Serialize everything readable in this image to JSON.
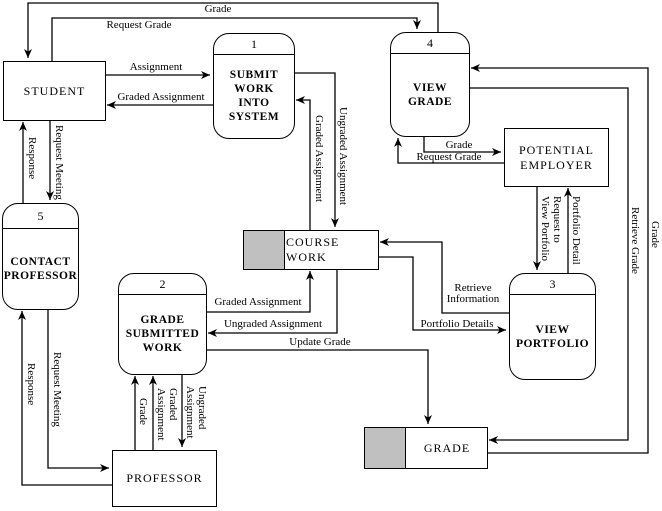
{
  "diagram": {
    "entities": {
      "student": {
        "label": "STUDENT"
      },
      "professor": {
        "label": "PROFESSOR"
      },
      "potential_employer": {
        "label": "POTENTIAL\nEMPLOYER"
      }
    },
    "processes": {
      "submit_work": {
        "number": "1",
        "label": "SUBMIT\nWORK\nINTO\nSYSTEM"
      },
      "grade_submitted": {
        "number": "2",
        "label": "GRADE\nSUBMITTED\nWORK"
      },
      "view_portfolio": {
        "number": "3",
        "label": "VIEW\nPORTFOLIO"
      },
      "view_grade": {
        "number": "4",
        "label": "VIEW\nGRADE"
      },
      "contact_professor": {
        "number": "5",
        "label": "CONTACT\nPROFESSOR"
      }
    },
    "stores": {
      "course_work": {
        "label": "COURSE WORK"
      },
      "grade": {
        "label": "GRADE"
      }
    },
    "flows": {
      "grade": "Grade",
      "request_grade": "Request Grade",
      "assignment": "Assignment",
      "graded_assignment": "Graded Assignment",
      "ungraded_assignment": "Ungraded Assignment",
      "graded_assignment_wrapped": "Graded\nAssignment",
      "ungraded_assignment_wrapped": "Ungraded\nAssignment",
      "response": "Response",
      "request_meeting": "Request Meeting",
      "request_to_view_portfolio": "Request to\nView Portfolio",
      "portfolio_detail": "Portfolio Detail",
      "portfolio_details": "Portfolio Details",
      "retrieve_information": "Retrieve\nInformation",
      "retrieve_grade": "Retrieve Grade",
      "update_grade": "Update Grade"
    },
    "colors": {
      "store_shade": "#c0c0c0",
      "line": "#000000",
      "background": "#ffffff"
    }
  }
}
